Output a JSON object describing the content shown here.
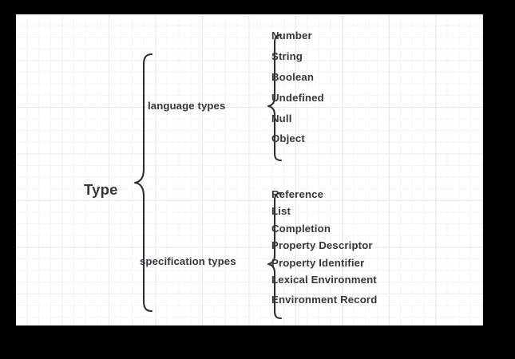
{
  "diagram": {
    "title": "Type",
    "root": {
      "label": "Type"
    },
    "branches": [
      {
        "label": "language types",
        "leaves": [
          {
            "label": "Number"
          },
          {
            "label": "String"
          },
          {
            "label": "Boolean"
          },
          {
            "label": "Undefined"
          },
          {
            "label": "Null"
          },
          {
            "label": "Object"
          }
        ]
      },
      {
        "label": "specification types",
        "leaves": [
          {
            "label": "Reference"
          },
          {
            "label": "List"
          },
          {
            "label": "Completion"
          },
          {
            "label": "Property Descriptor"
          },
          {
            "label": "Property Identifier"
          },
          {
            "label": "Lexical Environment"
          },
          {
            "label": "Environment Record"
          }
        ]
      }
    ],
    "colors": {
      "background": "#000000",
      "canvas": "#ffffff",
      "grid_minor": "#f4f4f4",
      "grid_major": "#e9e9e9",
      "text": "#33383d",
      "stroke": "#2b2f33"
    }
  }
}
